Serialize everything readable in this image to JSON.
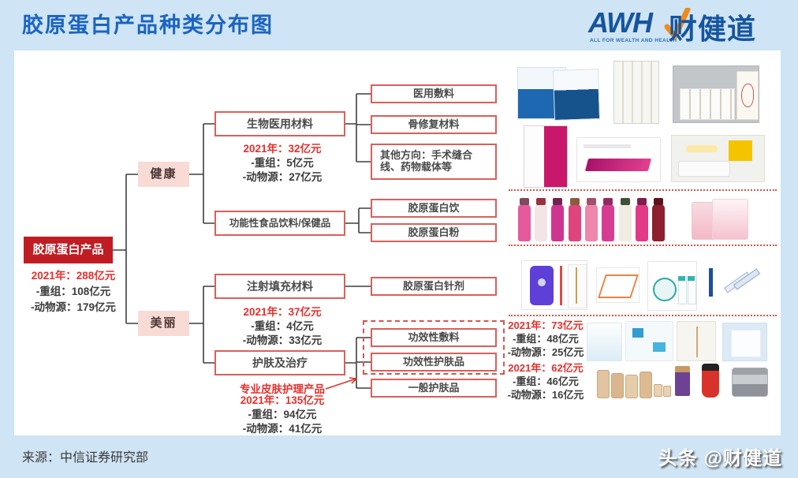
{
  "colors": {
    "page_bg": "#cfe4f4",
    "title_blue": "#1b64c1",
    "logo_blue": "#15559f",
    "logo_orange": "#ef8b1d",
    "root_red": "#bf1d23",
    "node_border_red": "#d9605a",
    "pink_box": "#f9dbd6",
    "stat_red": "#e5302c"
  },
  "header": {
    "title": "胶原蛋白产品种类分布图",
    "logo_awh": "AWH",
    "logo_brand": "财健道",
    "logo_tagline": "ALL FOR WEALTH AND HEALTH"
  },
  "footer": {
    "source": "来源：中信证券研究部",
    "watermark": "头条 @财健道"
  },
  "tree": {
    "root": {
      "label": "胶原蛋白产品",
      "stats": [
        "2021年：288亿元",
        "-重组：108亿元",
        "-动物源：179亿元"
      ]
    },
    "health": {
      "label": "健康"
    },
    "beauty": {
      "label": "美丽"
    },
    "bio": {
      "label": "生物医用材料",
      "stats": [
        "2021年：32亿元",
        "-重组：5亿元",
        "-动物源：27亿元"
      ]
    },
    "food": {
      "label": "功能性食品饮料/保健品"
    },
    "inject": {
      "label": "注射填充材料",
      "stats": [
        "2021年：37亿元",
        "-重组：4亿元",
        "-动物源：33亿元"
      ]
    },
    "skincare": {
      "label": "护肤及治疗",
      "note": "专业皮肤护理产品",
      "stats": [
        "2021年：135亿元",
        "-重组：94亿元",
        "-动物源：41亿元"
      ]
    },
    "leaves": {
      "dressing": "医用敷料",
      "bone": "骨修复材料",
      "other": "其他方向：手术缝合线、药物载体等",
      "drink": "胶原蛋白饮",
      "powder": "胶原蛋白粉",
      "needle": "胶原蛋白针剂",
      "func_dressing": "功效性敷料",
      "func_skincare": "功效性护肤品",
      "general_skincare": "一般护肤品"
    }
  },
  "right_stats": {
    "block1": [
      "2021年：73亿元",
      "-重组：48亿元",
      "-动物源：25亿元"
    ],
    "block2": [
      "2021年：62亿元",
      "-重组：46亿元",
      "-动物源：16亿元"
    ]
  }
}
